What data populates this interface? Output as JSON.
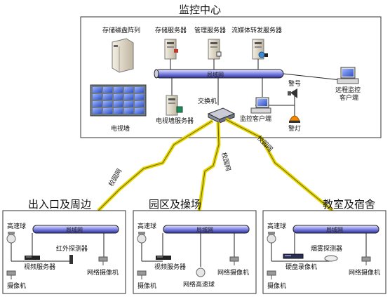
{
  "center": {
    "title": "监控中心",
    "lan": "局域网",
    "storage_array": "存储磁盘阵列",
    "storage_server": "存储服务器",
    "management_server": "管理服务器",
    "streaming_server": "流媒体转发服务器",
    "remote_client": [
      "远程监控",
      "客户端"
    ],
    "tv_wall": "电视墙",
    "tv_wall_server": "电视墙服务器",
    "switch": "交换机",
    "monitor_client": "监控客户端",
    "alarm_horn": "警号",
    "alarm_light": "警灯"
  },
  "campus_net": "校园网",
  "sites": [
    {
      "title": "出入口及周边",
      "lan": "局域网",
      "speed_dome": "高速球",
      "video_server": "视频服务器",
      "infrared_detector": "红外探测器",
      "camera": "摄像机",
      "network_camera": "网络摄像机"
    },
    {
      "title": "园区及操场",
      "lan": "局域网",
      "speed_dome": "高速球",
      "video_server": "视频服务器",
      "camera": "摄像机",
      "network_speed_dome": "网络高速球",
      "network_camera": "网络摄像机"
    },
    {
      "title": "教室及宿舍",
      "lan": "局域网",
      "speed_dome": "高速球",
      "smoke_detector": "烟雾探测器",
      "dvr": "硬盘录像机",
      "camera": "摄像机",
      "network_camera": "网络摄像机"
    }
  ]
}
